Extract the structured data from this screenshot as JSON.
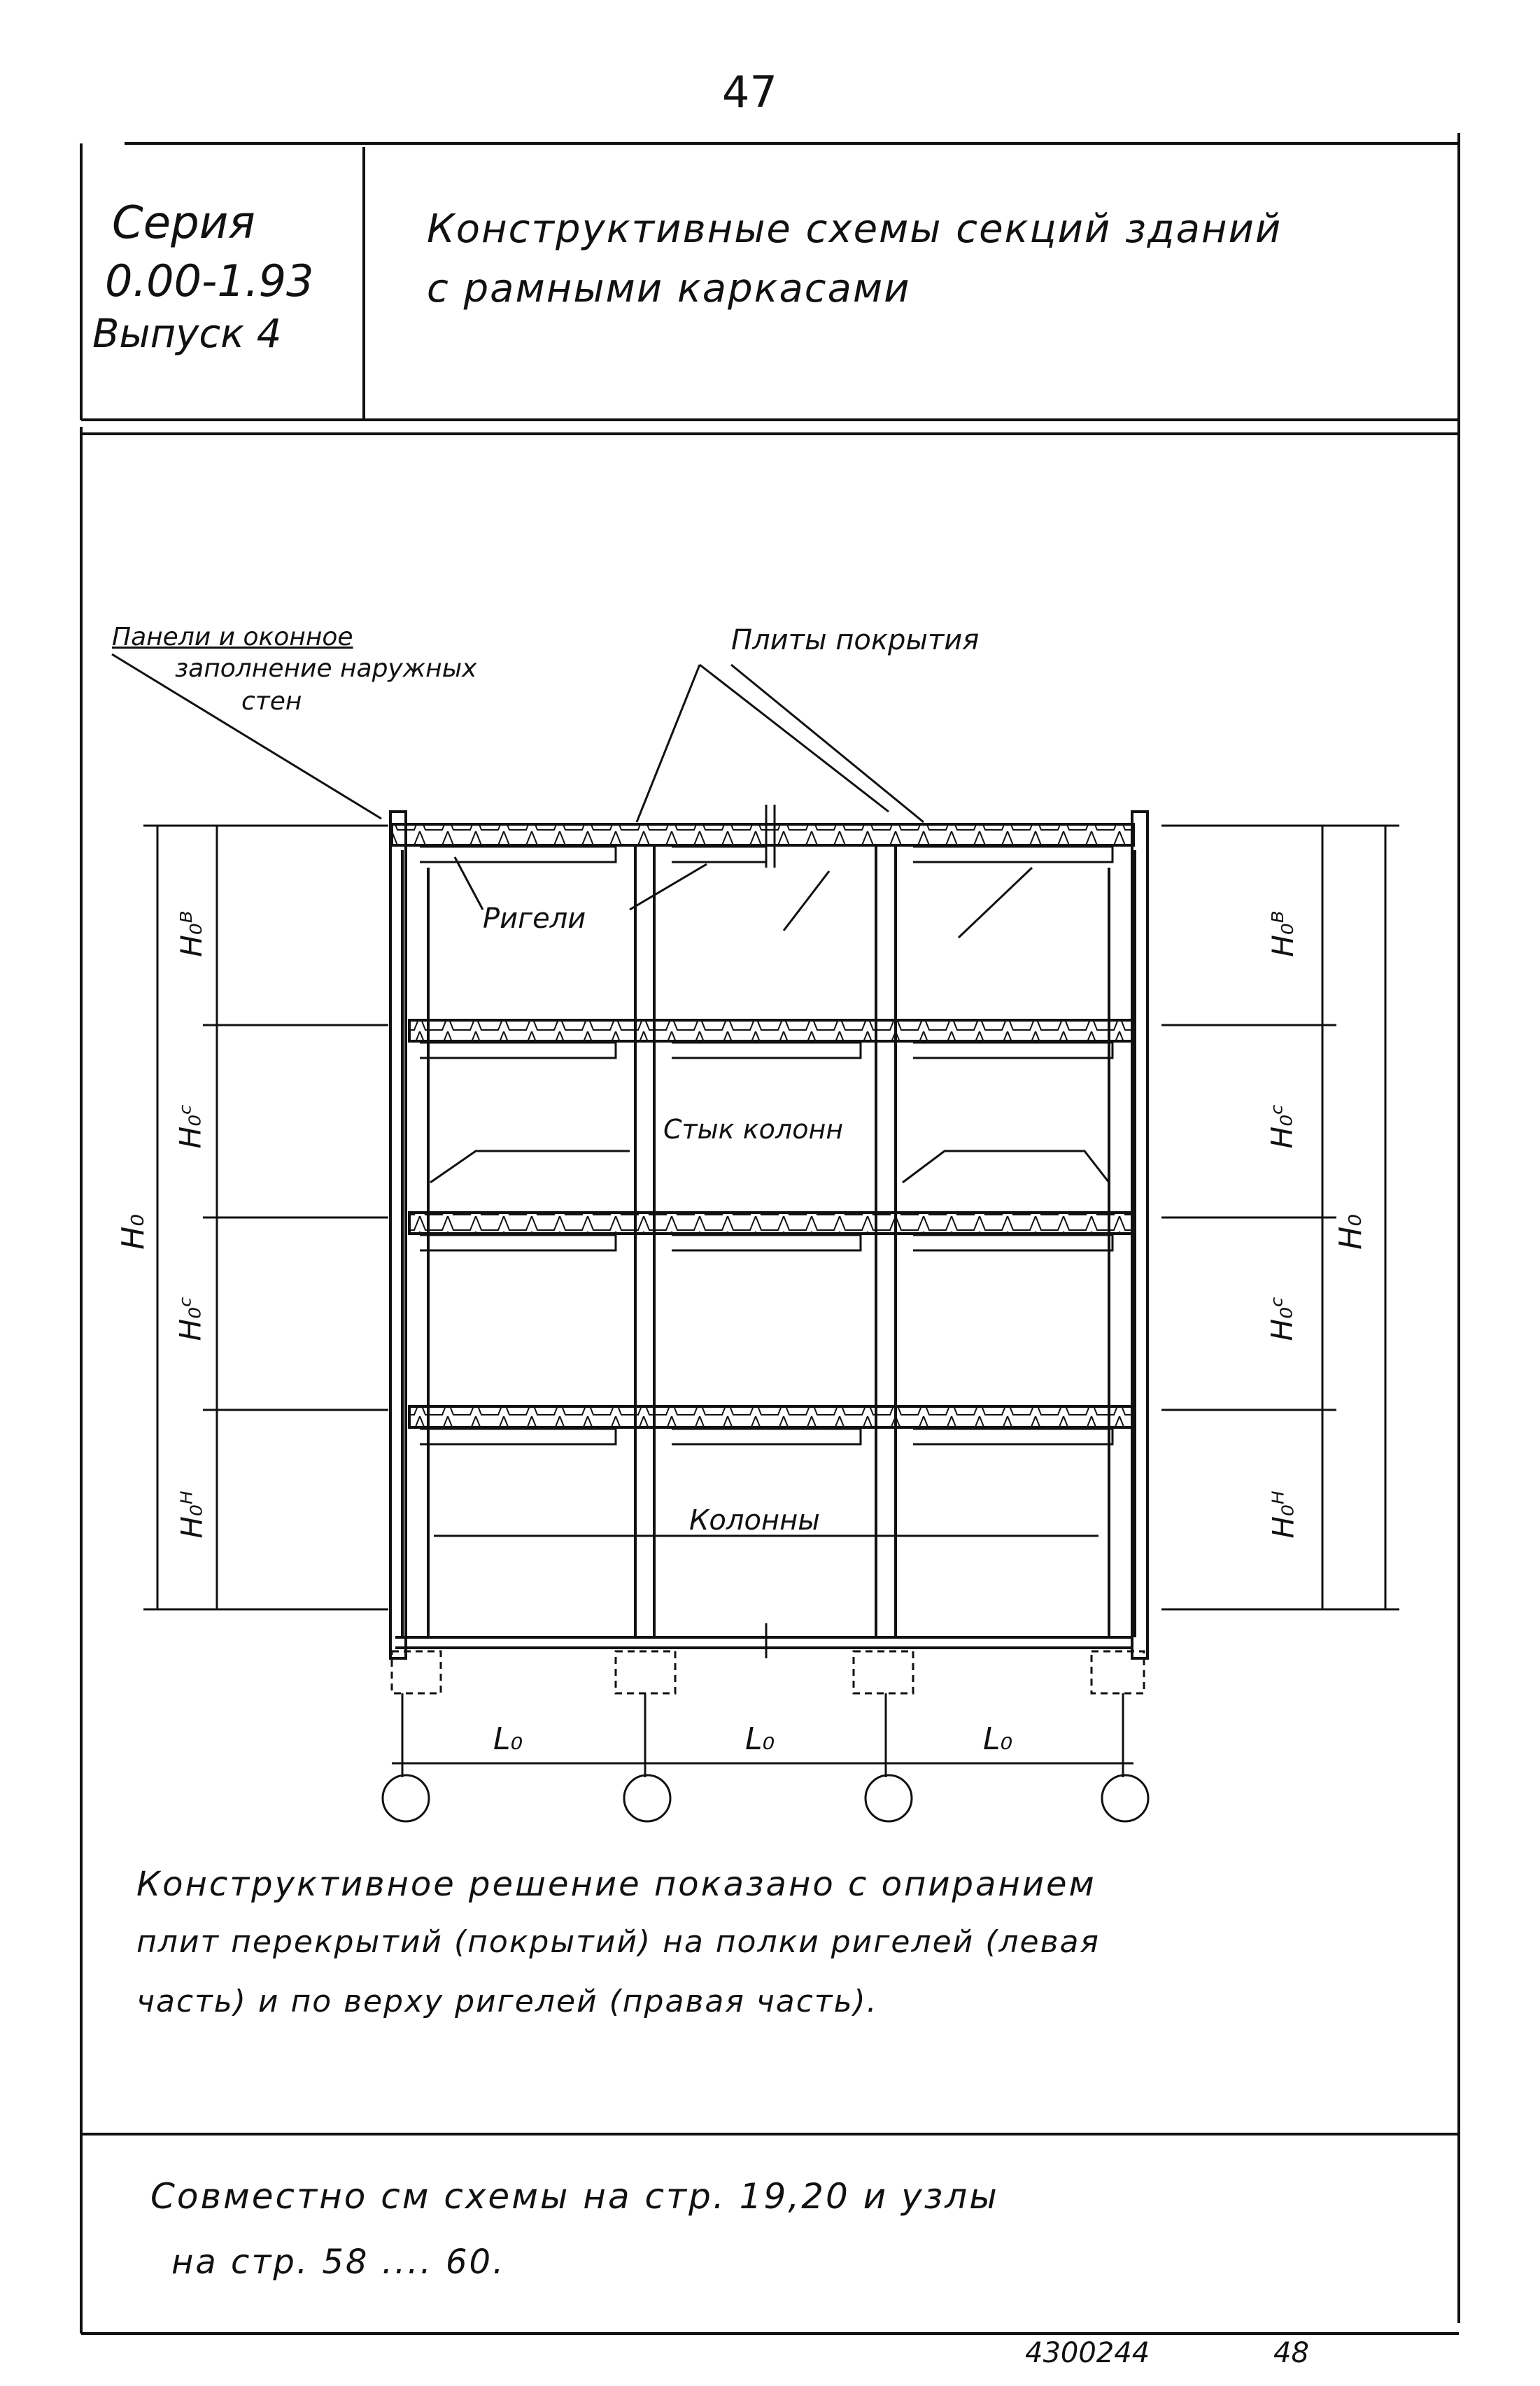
{
  "page_number": "47",
  "title_block": {
    "series_label": "Серия",
    "series_code": "0.00-1.93",
    "issue": "Выпуск 4",
    "title_line1": "Конструктивные схемы секций зданий",
    "title_line2": "с рамными каркасами"
  },
  "drawing": {
    "callout_panels_line1": "Панели и оконное",
    "callout_panels_line2": "заполнение наружных",
    "callout_panels_line3": "стен",
    "callout_slabs": "Плиты покрытия",
    "label_beams": "Ригели",
    "label_column_joint": "Стык колонн",
    "label_columns": "Колонны",
    "dim_left_total": "H₀",
    "dim_right_total": "H₀",
    "dim_floor_top": "H₀ᴮ",
    "dim_floor_mid": "H₀ᶜ",
    "dim_floor_bottom": "H₀ᴴ",
    "span": "L₀"
  },
  "note": {
    "line1": "Конструктивное решение показано с опиранием",
    "line2": "плит перекрытий (покрытий) на полки ригелей (левая",
    "line3": "часть) и по верху ригелей (правая часть)."
  },
  "footer_note": {
    "line1": "Совместно см схемы на стр. 19,20 и узлы",
    "line2": "на стр. 58 .... 60."
  },
  "stamp_number": "4300244",
  "stamp_page": "48"
}
